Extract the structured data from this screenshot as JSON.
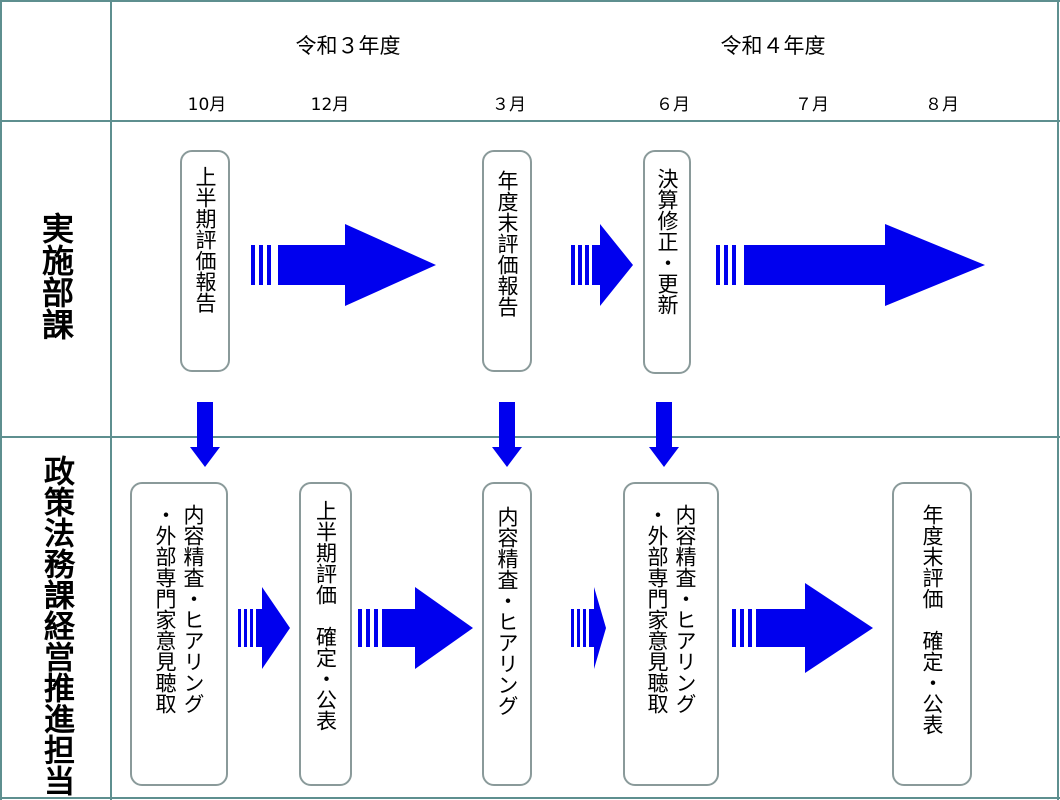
{
  "header": {
    "fiscal_years": [
      "令和３年度",
      "令和４年度"
    ],
    "months": [
      "10月",
      "12月",
      "３月",
      "６月",
      "７月",
      "８月"
    ]
  },
  "rows": {
    "implementation": "実施部課",
    "policy": "政策法務課経営推進担当"
  },
  "implementation_boxes": [
    "上半期評価報告",
    "年度末評価報告",
    "決算修正・更新"
  ],
  "policy_boxes": [
    "内容精査・ヒアリング\n・外部専門家意見聴取",
    "上半期評価　確定・公表",
    "内容精査・ヒアリング",
    "内容精査・ヒアリング\n・外部専門家意見聴取",
    "年度末評価　確定・公表"
  ],
  "colors": {
    "arrow": "#0000ee",
    "grid": "#5e8f8f",
    "box_border": "#8a9a9a"
  }
}
